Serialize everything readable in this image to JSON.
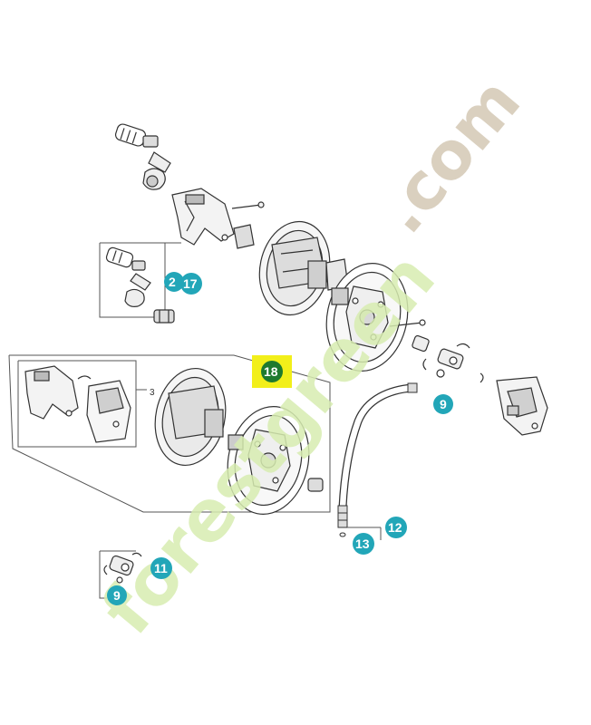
{
  "colors": {
    "callout_teal": "#22a6b8",
    "callout_green": "#1e7a2e",
    "highlight_yellow": "#f2ef1a",
    "line": "#333333",
    "watermark_green": "#d7ecb0",
    "watermark_tan": "#d6cbb8"
  },
  "callouts": {
    "c17": "17",
    "c2": "2",
    "c18": "18",
    "c9a": "9",
    "c12": "12",
    "c13": "13",
    "c11": "11",
    "c9b": "9"
  },
  "labels": {
    "three": "3"
  },
  "watermark": {
    "part1": "forestgreen",
    "part2": ".com"
  }
}
